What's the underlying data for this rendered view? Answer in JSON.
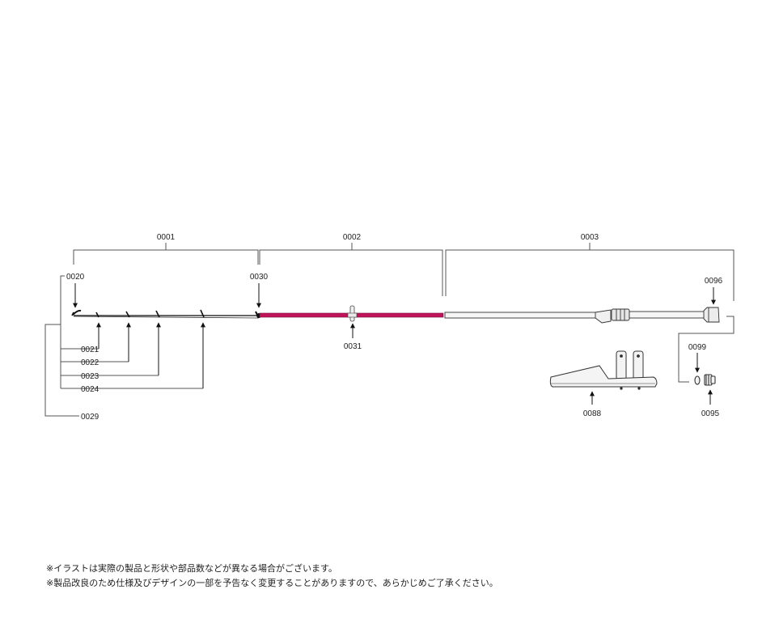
{
  "parts": {
    "p0001": "0001",
    "p0002": "0002",
    "p0003": "0003",
    "p0020": "0020",
    "p0030": "0030",
    "p0096": "0096",
    "p0021": "0021",
    "p0022": "0022",
    "p0023": "0023",
    "p0024": "0024",
    "p0029": "0029",
    "p0031": "0031",
    "p0099": "0099",
    "p0088": "0088",
    "p0095": "0095"
  },
  "notes": [
    "※イラストは実際の製品と形状や部品数などが異なる場合がございます。",
    "※製品改良のため仕様及びデザインの一部を予告なく変更することがありますので、あらかじめご了承ください。"
  ],
  "colors": {
    "line": "#333333",
    "rod_mid": "#c0145a",
    "rod_butt": "#f4f4f4"
  }
}
